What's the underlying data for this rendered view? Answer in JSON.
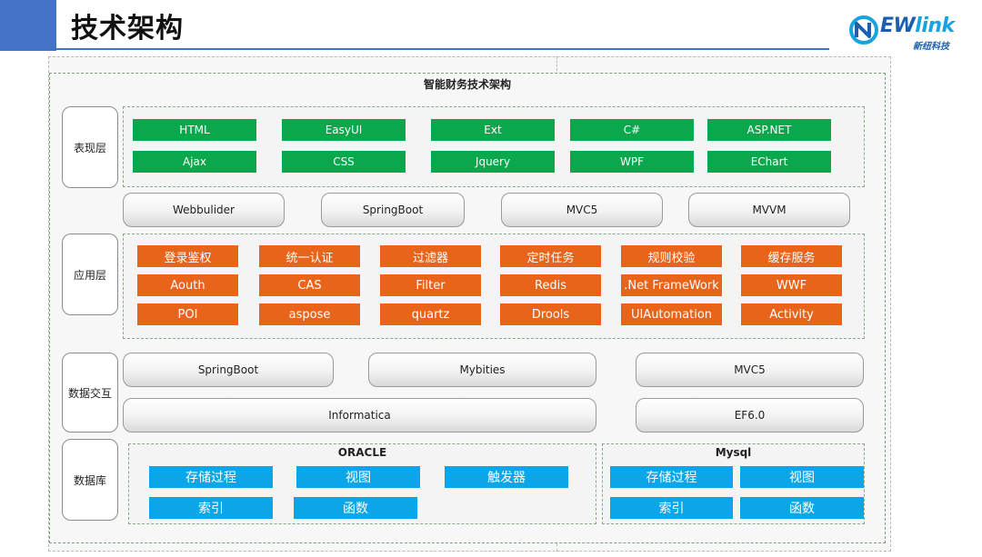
{
  "page_title": "技术架构",
  "logo": {
    "word_a": "EW",
    "word_b": "link",
    "subtitle": "新纽科技"
  },
  "diagram_title": "智能财务技术架构",
  "layers": {
    "presentation": "表现层",
    "application": "应用层",
    "data_exchange": "数据交互",
    "database": "数据库"
  },
  "presentation_cells": [
    "HTML",
    "EasyUI",
    "Ext",
    "C#",
    "ASP.NET",
    "Ajax",
    "CSS",
    "Jquery",
    "WPF",
    "EChart"
  ],
  "framework_pills": [
    "Webbulider",
    "SpringBoot",
    "MVC5",
    "MVVM"
  ],
  "application_cells": [
    "登录鉴权",
    "统一认证",
    "过滤器",
    "定时任务",
    "规则校验",
    "缓存服务",
    "Aouth",
    "CAS",
    "Filter",
    "Redis",
    ".Net FrameWork",
    "WWF",
    "POI",
    "aspose",
    "quartz",
    "Drools",
    "UIAutomation",
    "Activity"
  ],
  "data_exchange_pills": [
    "SpringBoot",
    "Mybities",
    "MVC5",
    "Informatica",
    "EF6.0"
  ],
  "oracle": {
    "title": "ORACLE",
    "cells": [
      "存储过程",
      "视图",
      "触发器",
      "索引",
      "函数"
    ]
  },
  "mysql": {
    "title": "Mysql",
    "cells": [
      "存储过程",
      "视图",
      "索引",
      "函数"
    ]
  },
  "colors": {
    "green": "#0aa74c",
    "orange": "#e8641b",
    "blue": "#0aa6e8",
    "accent": "#4472c4"
  }
}
